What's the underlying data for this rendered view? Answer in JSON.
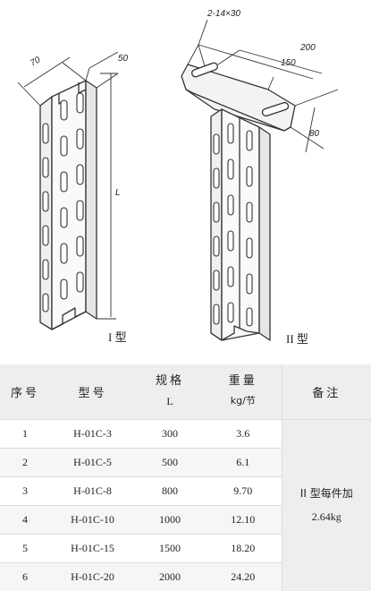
{
  "drawing": {
    "type1_label": "I 型",
    "type2_label": "II 型",
    "dims": {
      "d70": "70",
      "d50": "50",
      "dL": "L",
      "holes": "2-14×30",
      "d200": "200",
      "d150": "150",
      "d80": "80"
    }
  },
  "table": {
    "headers": {
      "index": "序号",
      "model": "型号",
      "spec_line1": "规格",
      "spec_line2": "L",
      "weight_line1": "重量",
      "weight_line2": "kg/节",
      "note": "备注"
    },
    "rows": [
      {
        "no": "1",
        "model": "H-01C-3",
        "spec": "300",
        "weight": "3.6"
      },
      {
        "no": "2",
        "model": "H-01C-5",
        "spec": "500",
        "weight": "6.1"
      },
      {
        "no": "3",
        "model": "H-01C-8",
        "spec": "800",
        "weight": "9.70"
      },
      {
        "no": "4",
        "model": "H-01C-10",
        "spec": "1000",
        "weight": "12.10"
      },
      {
        "no": "5",
        "model": "H-01C-15",
        "spec": "1500",
        "weight": "18.20"
      },
      {
        "no": "6",
        "model": "H-01C-20",
        "spec": "2000",
        "weight": "24.20"
      }
    ],
    "note_line1": "II 型每件加",
    "note_line2": "2.64kg"
  }
}
